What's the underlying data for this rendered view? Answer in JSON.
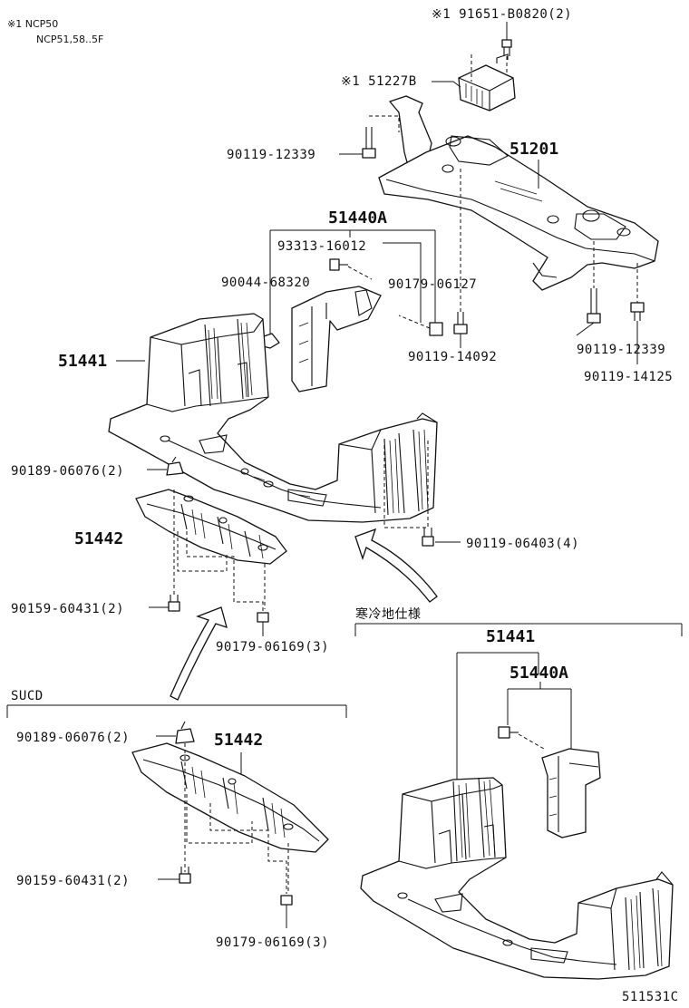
{
  "notes": {
    "line1": "※1 NCP50",
    "line2": "NCP51,58..5F"
  },
  "labels": {
    "p91651": "※1 91651-B0820(2)",
    "p51227B": "※1 51227B",
    "p90119_12339_top": "90119-12339",
    "p51201": "51201",
    "p51440A": "51440A",
    "p93313": "93313-16012",
    "p90044": "90044-68320",
    "p90179_06127": "90179-06127",
    "p51441": "51441",
    "p90119_14092": "90119-14092",
    "p90119_12339_right": "90119-12339",
    "p90119_14125": "90119-14125",
    "p90189_a": "90189-06076(2)",
    "p51442_a": "51442",
    "p90119_06403": "90119-06403(4)",
    "p90159_a": "90159-60431(2)",
    "p90179_06169_a": "90179-06169(3)",
    "cold_spec": "寒冷地仕様",
    "p51441_cold": "51441",
    "p51440A_cold": "51440A",
    "sucd": "SUCD",
    "p90189_b": "90189-06076(2)",
    "p51442_b": "51442",
    "p90159_b": "90159-60431(2)",
    "p90179_06169_b": "90179-06169(3)",
    "diagram_id": "511531C"
  }
}
